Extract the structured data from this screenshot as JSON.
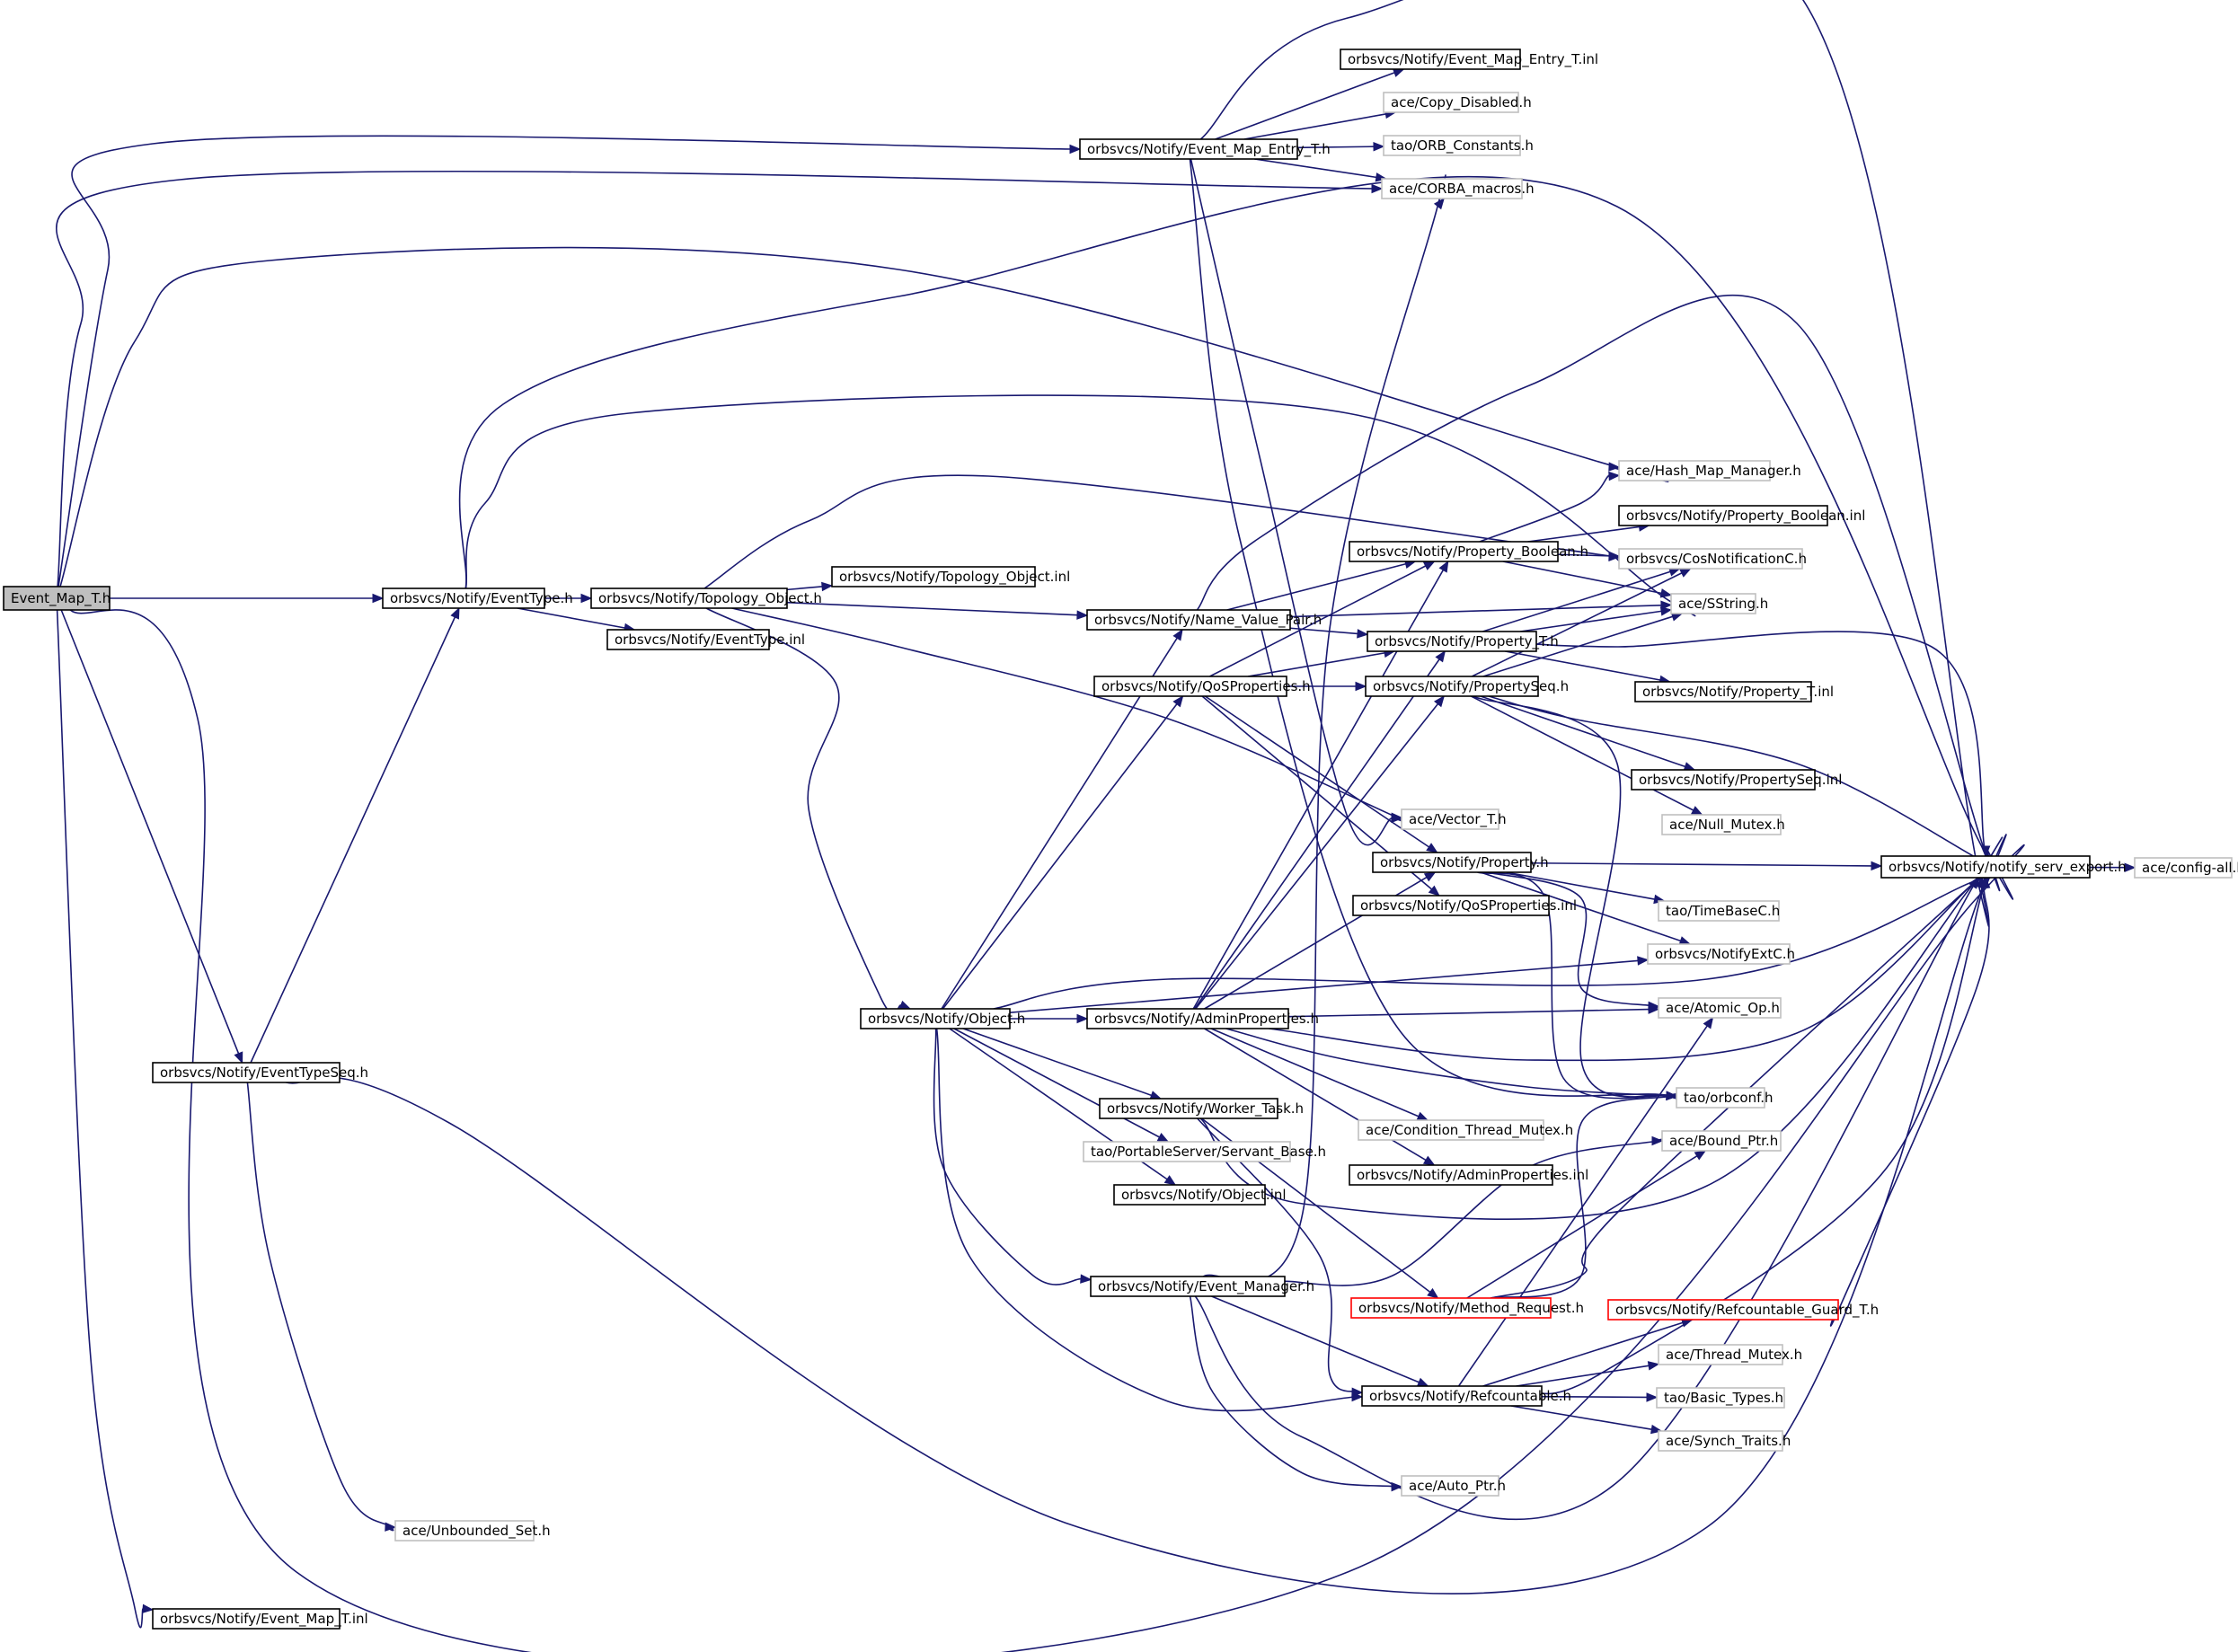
{
  "graph": {
    "type": "include-dependency-graph",
    "colors": {
      "edge": "#191970",
      "root_fill": "#bfbfbf",
      "documented_border": "#000000",
      "external_border": "#bfbfbf",
      "truncated_border": "#ff0000"
    },
    "nodes": [
      {
        "id": "n0",
        "label": "Event_Map_T.h",
        "kind": "root"
      },
      {
        "id": "n1",
        "label": "orbsvcs/Notify/Event_Map_Entry_T.h",
        "kind": "documented"
      },
      {
        "id": "n2",
        "label": "orbsvcs/Notify/Event_Map_Entry_T.inl",
        "kind": "documented"
      },
      {
        "id": "n3",
        "label": "ace/Copy_Disabled.h",
        "kind": "external"
      },
      {
        "id": "n4",
        "label": "tao/ORB_Constants.h",
        "kind": "external"
      },
      {
        "id": "n5",
        "label": "ace/CORBA_macros.h",
        "kind": "external"
      },
      {
        "id": "n6",
        "label": "orbsvcs/Notify/EventType.h",
        "kind": "documented"
      },
      {
        "id": "n7",
        "label": "orbsvcs/Notify/Topology_Object.h",
        "kind": "documented"
      },
      {
        "id": "n8",
        "label": "orbsvcs/Notify/Topology_Object.inl",
        "kind": "documented"
      },
      {
        "id": "n9",
        "label": "orbsvcs/Notify/EventType.inl",
        "kind": "documented"
      },
      {
        "id": "n10",
        "label": "orbsvcs/Notify/EventTypeSeq.h",
        "kind": "documented"
      },
      {
        "id": "n11",
        "label": "ace/Unbounded_Set.h",
        "kind": "external"
      },
      {
        "id": "n12",
        "label": "orbsvcs/Notify/Event_Map_T.inl",
        "kind": "documented"
      },
      {
        "id": "n13",
        "label": "orbsvcs/Notify/Name_Value_Pair.h",
        "kind": "documented"
      },
      {
        "id": "n14",
        "label": "orbsvcs/Notify/QoSProperties.h",
        "kind": "documented"
      },
      {
        "id": "n15",
        "label": "orbsvcs/Notify/Object.h",
        "kind": "documented"
      },
      {
        "id": "n16",
        "label": "orbsvcs/Notify/AdminProperties.h",
        "kind": "documented"
      },
      {
        "id": "n17",
        "label": "orbsvcs/Notify/Worker_Task.h",
        "kind": "documented"
      },
      {
        "id": "n18",
        "label": "tao/PortableServer/Servant_Base.h",
        "kind": "external"
      },
      {
        "id": "n19",
        "label": "orbsvcs/Notify/Object.inl",
        "kind": "documented"
      },
      {
        "id": "n20",
        "label": "orbsvcs/Notify/Event_Manager.h",
        "kind": "documented"
      },
      {
        "id": "n21",
        "label": "orbsvcs/Notify/Property_Boolean.h",
        "kind": "documented"
      },
      {
        "id": "n22",
        "label": "orbsvcs/Notify/Property_T.h",
        "kind": "documented"
      },
      {
        "id": "n23",
        "label": "orbsvcs/Notify/PropertySeq.h",
        "kind": "documented"
      },
      {
        "id": "n24",
        "label": "ace/Vector_T.h",
        "kind": "external"
      },
      {
        "id": "n25",
        "label": "orbsvcs/Notify/Property.h",
        "kind": "documented"
      },
      {
        "id": "n26",
        "label": "orbsvcs/Notify/QoSProperties.inl",
        "kind": "documented"
      },
      {
        "id": "n27",
        "label": "ace/Condition_Thread_Mutex.h",
        "kind": "external"
      },
      {
        "id": "n28",
        "label": "orbsvcs/Notify/AdminProperties.inl",
        "kind": "documented"
      },
      {
        "id": "n29",
        "label": "orbsvcs/Notify/Method_Request.h",
        "kind": "truncated"
      },
      {
        "id": "n30",
        "label": "orbsvcs/Notify/Refcountable.h",
        "kind": "documented"
      },
      {
        "id": "n31",
        "label": "ace/Auto_Ptr.h",
        "kind": "external"
      },
      {
        "id": "n32",
        "label": "ace/Hash_Map_Manager.h",
        "kind": "external"
      },
      {
        "id": "n33",
        "label": "orbsvcs/Notify/Property_Boolean.inl",
        "kind": "documented"
      },
      {
        "id": "n34",
        "label": "orbsvcs/CosNotificationC.h",
        "kind": "external"
      },
      {
        "id": "n35",
        "label": "ace/SString.h",
        "kind": "external"
      },
      {
        "id": "n36",
        "label": "orbsvcs/Notify/Property_T.inl",
        "kind": "documented"
      },
      {
        "id": "n37",
        "label": "orbsvcs/Notify/PropertySeq.inl",
        "kind": "documented"
      },
      {
        "id": "n38",
        "label": "ace/Null_Mutex.h",
        "kind": "external"
      },
      {
        "id": "n39",
        "label": "tao/TimeBaseC.h",
        "kind": "external"
      },
      {
        "id": "n40",
        "label": "orbsvcs/NotifyExtC.h",
        "kind": "external"
      },
      {
        "id": "n41",
        "label": "ace/Atomic_Op.h",
        "kind": "external"
      },
      {
        "id": "n42",
        "label": "tao/orbconf.h",
        "kind": "external"
      },
      {
        "id": "n43",
        "label": "ace/Bound_Ptr.h",
        "kind": "external"
      },
      {
        "id": "n44",
        "label": "orbsvcs/Notify/Refcountable_Guard_T.h",
        "kind": "truncated"
      },
      {
        "id": "n45",
        "label": "ace/Thread_Mutex.h",
        "kind": "external"
      },
      {
        "id": "n46",
        "label": "tao/Basic_Types.h",
        "kind": "external"
      },
      {
        "id": "n47",
        "label": "ace/Synch_Traits.h",
        "kind": "external"
      },
      {
        "id": "n48",
        "label": "orbsvcs/Notify/notify_serv_export.h",
        "kind": "documented"
      },
      {
        "id": "n49",
        "label": "ace/config-all.h",
        "kind": "external"
      }
    ],
    "edges": [
      [
        "n0",
        "n1"
      ],
      [
        "n0",
        "n5"
      ],
      [
        "n0",
        "n6"
      ],
      [
        "n0",
        "n10"
      ],
      [
        "n0",
        "n12"
      ],
      [
        "n0",
        "n32"
      ],
      [
        "n0",
        "n48"
      ],
      [
        "n1",
        "n2"
      ],
      [
        "n1",
        "n3"
      ],
      [
        "n1",
        "n4"
      ],
      [
        "n1",
        "n5"
      ],
      [
        "n1",
        "n48"
      ],
      [
        "n1",
        "n24"
      ],
      [
        "n1",
        "n42"
      ],
      [
        "n6",
        "n7"
      ],
      [
        "n6",
        "n9"
      ],
      [
        "n6",
        "n35"
      ],
      [
        "n6",
        "n48"
      ],
      [
        "n7",
        "n8"
      ],
      [
        "n7",
        "n13"
      ],
      [
        "n7",
        "n15"
      ],
      [
        "n7",
        "n24"
      ],
      [
        "n7",
        "n34"
      ],
      [
        "n10",
        "n6"
      ],
      [
        "n10",
        "n11"
      ],
      [
        "n10",
        "n48"
      ],
      [
        "n13",
        "n21"
      ],
      [
        "n13",
        "n22"
      ],
      [
        "n13",
        "n35"
      ],
      [
        "n13",
        "n48"
      ],
      [
        "n14",
        "n23"
      ],
      [
        "n14",
        "n21"
      ],
      [
        "n14",
        "n22"
      ],
      [
        "n14",
        "n25"
      ],
      [
        "n14",
        "n26"
      ],
      [
        "n15",
        "n13"
      ],
      [
        "n15",
        "n14"
      ],
      [
        "n15",
        "n16"
      ],
      [
        "n15",
        "n17"
      ],
      [
        "n15",
        "n18"
      ],
      [
        "n15",
        "n19"
      ],
      [
        "n15",
        "n20"
      ],
      [
        "n15",
        "n30"
      ],
      [
        "n15",
        "n40"
      ],
      [
        "n15",
        "n48"
      ],
      [
        "n16",
        "n21"
      ],
      [
        "n16",
        "n22"
      ],
      [
        "n16",
        "n23"
      ],
      [
        "n16",
        "n25"
      ],
      [
        "n16",
        "n27"
      ],
      [
        "n16",
        "n28"
      ],
      [
        "n16",
        "n41"
      ],
      [
        "n16",
        "n42"
      ],
      [
        "n16",
        "n48"
      ],
      [
        "n17",
        "n29"
      ],
      [
        "n17",
        "n30"
      ],
      [
        "n17",
        "n48"
      ],
      [
        "n20",
        "n5"
      ],
      [
        "n20",
        "n30"
      ],
      [
        "n20",
        "n31"
      ],
      [
        "n20",
        "n43"
      ],
      [
        "n20",
        "n48"
      ],
      [
        "n21",
        "n32"
      ],
      [
        "n21",
        "n33"
      ],
      [
        "n21",
        "n34"
      ],
      [
        "n21",
        "n35"
      ],
      [
        "n22",
        "n34"
      ],
      [
        "n22",
        "n35"
      ],
      [
        "n22",
        "n36"
      ],
      [
        "n22",
        "n48"
      ],
      [
        "n23",
        "n34"
      ],
      [
        "n23",
        "n35"
      ],
      [
        "n23",
        "n37"
      ],
      [
        "n23",
        "n38"
      ],
      [
        "n23",
        "n42"
      ],
      [
        "n23",
        "n48"
      ],
      [
        "n25",
        "n39"
      ],
      [
        "n25",
        "n40"
      ],
      [
        "n25",
        "n41"
      ],
      [
        "n25",
        "n42"
      ],
      [
        "n25",
        "n48"
      ],
      [
        "n29",
        "n42"
      ],
      [
        "n29",
        "n43"
      ],
      [
        "n29",
        "n48"
      ],
      [
        "n30",
        "n41"
      ],
      [
        "n30",
        "n44"
      ],
      [
        "n30",
        "n45"
      ],
      [
        "n30",
        "n46"
      ],
      [
        "n30",
        "n47"
      ],
      [
        "n30",
        "n48"
      ],
      [
        "n44",
        "n48"
      ],
      [
        "n48",
        "n49"
      ]
    ]
  }
}
